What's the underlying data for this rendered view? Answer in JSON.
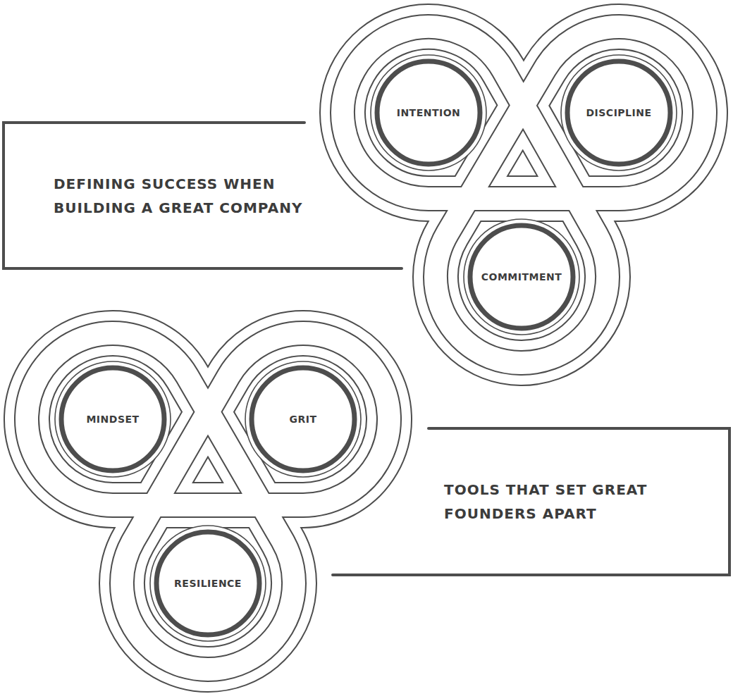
{
  "diagram": {
    "nodes": [
      {
        "text": [
          "DEFINING SUCCESS WHEN BUILDING A GREAT COMPANY"
        ]
      },
      {
        "text": [
          "INTENTION"
        ]
      },
      {
        "text": [
          "DISCIPLINE"
        ]
      },
      {
        "text": [
          "COMMITMENT"
        ]
      },
      {
        "text": [
          "MINDSET"
        ]
      },
      {
        "text": [
          "GRIT"
        ]
      },
      {
        "text": [
          "TOOLS THAT SET GREAT FOUNDERS APART"
        ]
      },
      {
        "text": [
          "RESILIENCE"
        ]
      }
    ]
  }
}
